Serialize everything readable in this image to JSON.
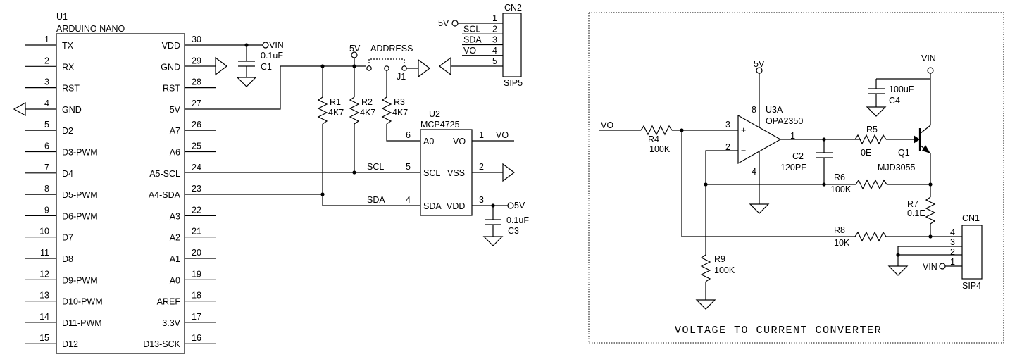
{
  "u1": {
    "ref": "U1",
    "value": "ARDUINO NANO",
    "left_pins": [
      {
        "num": "1",
        "name": "TX"
      },
      {
        "num": "2",
        "name": "RX"
      },
      {
        "num": "3",
        "name": "RST"
      },
      {
        "num": "4",
        "name": "GND"
      },
      {
        "num": "5",
        "name": "D2"
      },
      {
        "num": "6",
        "name": "D3-PWM"
      },
      {
        "num": "7",
        "name": "D4"
      },
      {
        "num": "8",
        "name": "D5-PWM"
      },
      {
        "num": "9",
        "name": "D6-PWM"
      },
      {
        "num": "10",
        "name": "D7"
      },
      {
        "num": "11",
        "name": "D8"
      },
      {
        "num": "12",
        "name": "D9-PWM"
      },
      {
        "num": "13",
        "name": "D10-PWM"
      },
      {
        "num": "14",
        "name": "D11-PWM"
      },
      {
        "num": "15",
        "name": "D12"
      }
    ],
    "right_pins": [
      {
        "num": "30",
        "name": "VDD"
      },
      {
        "num": "29",
        "name": "GND"
      },
      {
        "num": "28",
        "name": "RST"
      },
      {
        "num": "27",
        "name": "5V"
      },
      {
        "num": "26",
        "name": "A7"
      },
      {
        "num": "25",
        "name": "A6"
      },
      {
        "num": "24",
        "name": "A5-SCL"
      },
      {
        "num": "23",
        "name": "A4-SDA"
      },
      {
        "num": "22",
        "name": "A3"
      },
      {
        "num": "21",
        "name": "A2"
      },
      {
        "num": "20",
        "name": "A1"
      },
      {
        "num": "19",
        "name": "A0"
      },
      {
        "num": "18",
        "name": "AREF"
      },
      {
        "num": "17",
        "name": "3.3V"
      },
      {
        "num": "16",
        "name": "D13-SCK"
      }
    ]
  },
  "left_circuit": {
    "vin": "VIN",
    "c1_value": "0.1uF",
    "c1_ref": "C1",
    "v5_a": "5V",
    "address": "ADDRESS",
    "j1": "J1",
    "r1_ref": "R1",
    "r1_value": "4K7",
    "r2_ref": "R2",
    "r2_value": "4K7",
    "r3_ref": "R3",
    "r3_value": "4K7",
    "scl_net": "SCL",
    "sda_net": "SDA",
    "u2_ref": "U2",
    "u2_value": "MCP4725",
    "u2_pins": {
      "a0": "A0",
      "vo": "VO",
      "scl": "SCL",
      "vss": "VSS",
      "sda": "SDA",
      "vdd": "VDD",
      "p6": "6",
      "p5": "5",
      "p4": "4",
      "p1": "1",
      "p2": "2",
      "p3": "3"
    },
    "vo_net": "VO",
    "v5_b": "5V",
    "c3_value": "0.1uF",
    "c3_ref": "C3",
    "cn2_ref": "CN2",
    "cn2_type": "SIP5",
    "cn2_5v": "5V",
    "cn2_pins": [
      {
        "num": "1",
        "net": ""
      },
      {
        "num": "2",
        "net": "SCL"
      },
      {
        "num": "3",
        "net": "SDA"
      },
      {
        "num": "4",
        "net": "VO"
      },
      {
        "num": "5",
        "net": ""
      }
    ]
  },
  "right_circuit": {
    "title": "VOLTAGE TO CURRENT CONVERTER",
    "vo_in": "VO",
    "r4_ref": "R4",
    "r4_value": "100K",
    "v5": "5V",
    "u3_ref": "U3A",
    "u3_value": "OPA2350",
    "pin3": "3",
    "pin2": "2",
    "pin8": "8",
    "pin4": "4",
    "pin1": "1",
    "plus": "+",
    "minus": "−",
    "c2_ref": "C2",
    "c2_value": "120PF",
    "r5_ref": "R5",
    "r5_value": "0E",
    "q1_ref": "Q1",
    "q1_value": "MJD3055",
    "vin": "VIN",
    "c4_value": "100uF",
    "c4_ref": "C4",
    "r6_ref": "R6",
    "r6_value": "100K",
    "r7_ref": "R7",
    "r7_value": "0.1E",
    "r8_ref": "R8",
    "r8_value": "10K",
    "r9_ref": "R9",
    "r9_value": "100K",
    "cn1_ref": "CN1",
    "cn1_type": "SIP4",
    "cn1_vin": "VIN",
    "cn1_pins": [
      "4",
      "3",
      "2",
      "1"
    ]
  }
}
